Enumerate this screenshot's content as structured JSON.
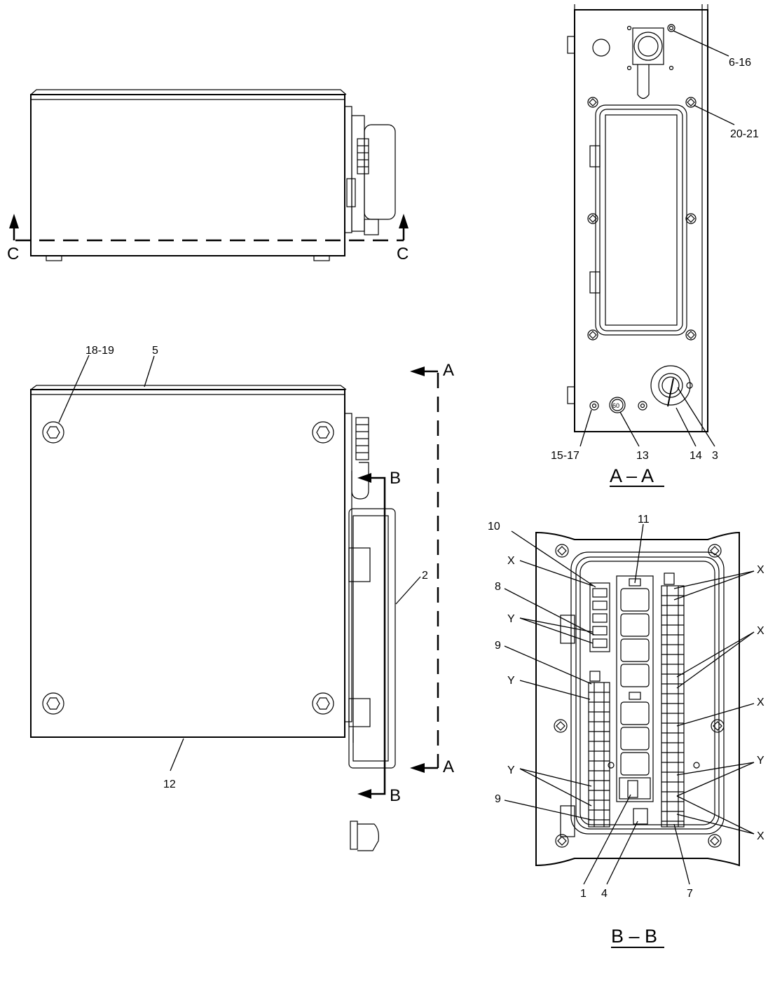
{
  "section_markers": {
    "c_left": "C",
    "c_right": "C",
    "a_top": "A",
    "a_bottom": "A",
    "b_top": "B",
    "b_bottom": "B"
  },
  "view_titles": {
    "view_aa": "A – A",
    "view_bb": "B – B"
  },
  "callouts_main": {
    "c18_19": "18-19",
    "c5": "5",
    "c2": "2",
    "c12": "12"
  },
  "callouts_aa": {
    "c6_16": "6-16",
    "c20_21": "20-21",
    "c15_17": "15-17",
    "c13": "13",
    "c14": "14",
    "c3": "3",
    "c60": "60"
  },
  "callouts_bb": {
    "c10": "10",
    "c11": "11",
    "x1": "X",
    "c8": "8",
    "y1": "Y",
    "c9a": "9",
    "y2": "Y",
    "y3": "Y",
    "c9b": "9",
    "x_r1": "X",
    "x_r2": "X",
    "x_r3": "X",
    "y_r": "Y",
    "x_r4": "X",
    "c1": "1",
    "c4": "4",
    "c7": "7"
  }
}
